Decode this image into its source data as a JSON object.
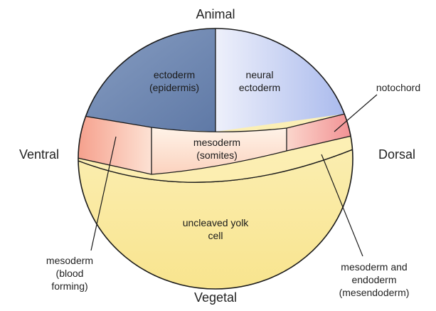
{
  "orientation": {
    "top": "Animal",
    "bottom": "Vegetal",
    "left": "Ventral",
    "right": "Dorsal"
  },
  "regions": {
    "ectoderm": "ectoderm\n(epidermis)",
    "neural_ectoderm": "neural\nectoderm",
    "mesoderm_somites": "mesoderm\n(somites)",
    "yolk": "uncleaved yolk\ncell"
  },
  "callouts": {
    "notochord": "notochord",
    "mesoderm_blood": "mesoderm\n(blood\nforming)",
    "mesendoderm": "mesoderm and\nendoderm\n(mesendoderm)"
  },
  "colors": {
    "ectoderm": "#6d86b0",
    "neural_ectoderm": "#c8d3f2",
    "mesoderm_red": "#f6a58e",
    "mesoderm_light": "#fde0d0",
    "notochord": "#f28a8a",
    "yolk": "#fbe9a0",
    "yolk_band": "#fdf4c4",
    "outline": "#1a1a1a"
  }
}
